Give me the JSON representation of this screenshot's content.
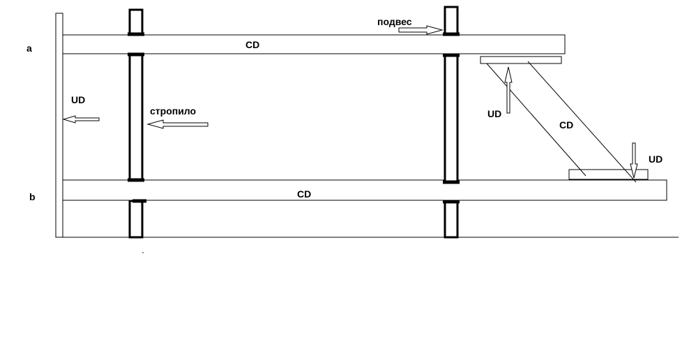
{
  "labels": {
    "level_a": "a",
    "level_b": "b",
    "cd_top": "CD",
    "cd_bottom": "CD",
    "cd_diagonal": "CD",
    "ud_wall": "UD",
    "ud_upper": "UD",
    "ud_lower": "UD",
    "rafter": "стропило",
    "hanger": "подвес"
  },
  "colors": {
    "stroke": "#000000",
    "background": "#ffffff"
  }
}
